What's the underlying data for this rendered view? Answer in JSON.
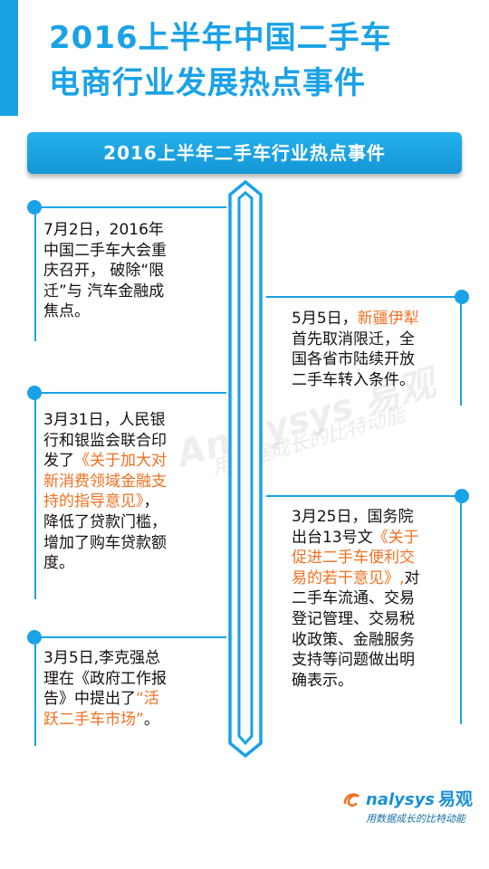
{
  "header": {
    "title_line1": "2016上半年中国二手车",
    "title_line2": "电商行业发展热点事件"
  },
  "subtitle": "2016上半年二手车行业热点事件",
  "events_left": [
    {
      "lines": [
        {
          "parts": [
            {
              "t": "7月2日，2016年"
            }
          ]
        },
        {
          "parts": [
            {
              "t": "中国二手车大会重"
            }
          ]
        },
        {
          "parts": [
            {
              "t": "庆召开，  破除“限"
            }
          ]
        },
        {
          "parts": [
            {
              "t": "迁”与 汽车金融成"
            }
          ]
        },
        {
          "parts": [
            {
              "t": "焦点。"
            }
          ]
        }
      ]
    },
    {
      "lines": [
        {
          "parts": [
            {
              "t": "3月31日，人民银"
            }
          ]
        },
        {
          "parts": [
            {
              "t": "行和银监会联合印"
            }
          ]
        },
        {
          "parts": [
            {
              "t": "发了"
            },
            {
              "t": "《关于加大对",
              "hl": true
            }
          ]
        },
        {
          "parts": [
            {
              "t": "新消费领域金融支",
              "hl": true
            }
          ]
        },
        {
          "parts": [
            {
              "t": "持的指导意见》",
              "hl": true
            },
            {
              "t": "，"
            }
          ]
        },
        {
          "parts": [
            {
              "t": "降低了贷款门槛，"
            }
          ]
        },
        {
          "parts": [
            {
              "t": "增加了购车贷款额"
            }
          ]
        },
        {
          "parts": [
            {
              "t": "度。"
            }
          ]
        }
      ]
    },
    {
      "lines": [
        {
          "parts": [
            {
              "t": "3月5日,李克强总"
            }
          ]
        },
        {
          "parts": [
            {
              "t": "理在《政府工作报"
            }
          ]
        },
        {
          "parts": [
            {
              "t": "告》中提出了"
            },
            {
              "t": "“活",
              "hl": true
            }
          ]
        },
        {
          "parts": [
            {
              "t": "跃二手车市场”",
              "hl": true
            },
            {
              "t": "。"
            }
          ]
        }
      ]
    }
  ],
  "events_right": [
    {
      "lines": [
        {
          "parts": [
            {
              "t": "5月5日，"
            },
            {
              "t": "新疆伊犁",
              "hl": true
            }
          ]
        },
        {
          "parts": [
            {
              "t": "首先取消限迁，全"
            }
          ]
        },
        {
          "parts": [
            {
              "t": "国各省市陆续开放"
            }
          ]
        },
        {
          "parts": [
            {
              "t": "二手车转入条件。"
            }
          ]
        }
      ]
    },
    {
      "lines": [
        {
          "parts": [
            {
              "t": "3月25日，国务院"
            }
          ]
        },
        {
          "parts": [
            {
              "t": "出台13号文"
            },
            {
              "t": "《关于",
              "hl": true
            }
          ]
        },
        {
          "parts": [
            {
              "t": "促进二手车便利交",
              "hl": true
            }
          ]
        },
        {
          "parts": [
            {
              "t": "易的若干意见》,",
              "hl": true
            },
            {
              "t": "对"
            }
          ]
        },
        {
          "parts": [
            {
              "t": "二手车流通、交易"
            }
          ]
        },
        {
          "parts": [
            {
              "t": "登记管理、交易税"
            }
          ]
        },
        {
          "parts": [
            {
              "t": "收政策、金融服务"
            }
          ]
        },
        {
          "parts": [
            {
              "t": "支持等问题做出明"
            }
          ]
        },
        {
          "parts": [
            {
              "t": "确表示。"
            }
          ]
        }
      ]
    }
  ],
  "watermark": {
    "brand": "Analysys 易观",
    "tagline": "用数据成长的比特动能"
  },
  "logo": {
    "word": "nalysys",
    "cn": "易观",
    "tagline": "用数据成长的比特动能"
  },
  "colors": {
    "accent": "#1aa2e6",
    "highlight": "#f37021"
  }
}
